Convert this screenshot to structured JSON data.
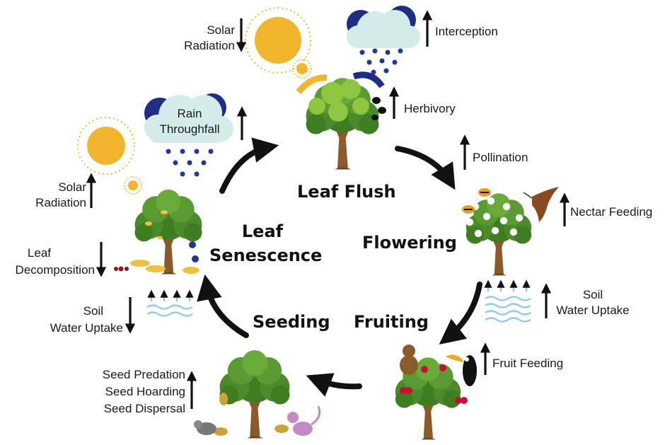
{
  "phases": {
    "leaf_flush": "Leaf Flush",
    "flowering": "Flowering",
    "fruiting": "Fruiting",
    "seeding": "Seeding",
    "leaf_senescence_line1": "Leaf",
    "leaf_senescence_line2": "Senescence"
  },
  "processes": {
    "solar_radiation_top": [
      "Solar",
      "Radiation"
    ],
    "interception": "Interception",
    "herbivory": "Herbivory",
    "pollination": "Pollination",
    "nectar_feeding": "Nectar Feeding",
    "soil_water_uptake_right": [
      "Soil",
      "Water Uptake"
    ],
    "fruit_feeding": "Fruit Feeding",
    "seed_predation": "Seed Predation",
    "seed_hoarding": "Seed Hoarding",
    "seed_dispersal": "Seed Dispersal",
    "soil_water_uptake_left": [
      "Soil",
      "Water Uptake"
    ],
    "leaf_decomposition": [
      "Leaf",
      "Decomposition"
    ],
    "solar_radiation_left": [
      "Solar",
      "Radiation"
    ],
    "rain_throughfall": [
      "Rain",
      "Throughfall"
    ]
  },
  "trends": {
    "solar_radiation_top": "down",
    "interception": "up",
    "herbivory": "up",
    "pollination": "up",
    "nectar_feeding": "up",
    "soil_water_uptake_right": "up",
    "fruit_feeding": "up",
    "seed_activity": "up",
    "soil_water_uptake_left": "down",
    "leaf_decomposition": "down",
    "solar_radiation_left": "up",
    "rain_throughfall": "up"
  },
  "colors": {
    "sun": "#f2b52e",
    "cloud": "#d5ecec",
    "cloud_dark": "#1f2d84",
    "rain": "#1f3a8a",
    "foliage": "#4b8a2a",
    "foliage_light": "#8ec63f",
    "trunk": "#8b5a2b",
    "water": "#8ecbee",
    "fruit": "#c8102e",
    "arrow": "#111111"
  },
  "icons": [
    "sun-icon",
    "cloud-icon",
    "tree-icon",
    "bee-icon",
    "hummingbird-icon",
    "monkey-icon",
    "toucan-icon",
    "rodent-icon",
    "ant-icon",
    "seed-icon",
    "water-icon",
    "beetle-icon"
  ]
}
